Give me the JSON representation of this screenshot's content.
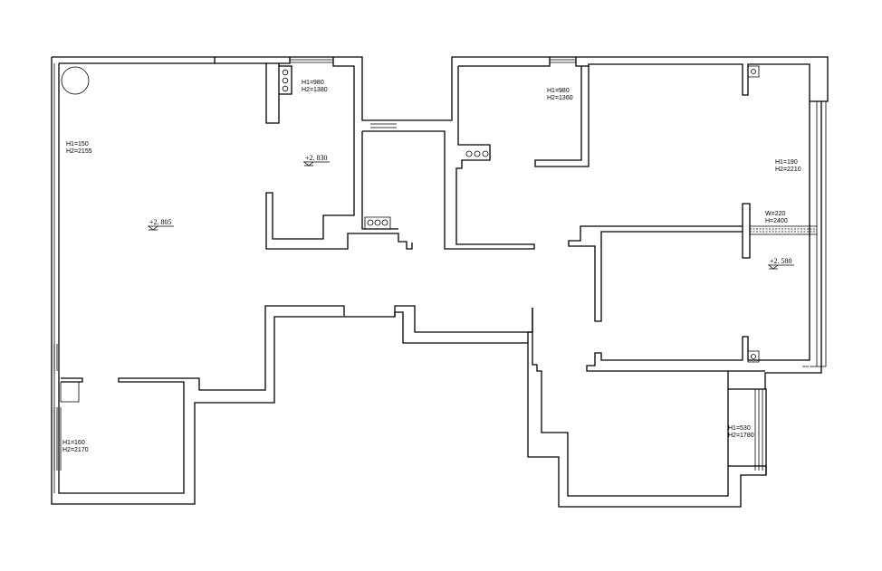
{
  "annotations": [
    {
      "id": "a1",
      "lines": [
        "H1=980",
        "H2=1380"
      ]
    },
    {
      "id": "a2",
      "lines": [
        "H1=150",
        "H2=2155"
      ]
    },
    {
      "id": "a3",
      "lines": [
        "H1=980",
        "H2=1360"
      ]
    },
    {
      "id": "a4",
      "lines": [
        "H1=190",
        "H2=2210"
      ]
    },
    {
      "id": "a5",
      "lines": [
        "W=220",
        "H=2400"
      ]
    },
    {
      "id": "a6",
      "lines": [
        "H1=160",
        "H2=2170"
      ]
    },
    {
      "id": "a7",
      "lines": [
        "H1=530",
        "H2=1780"
      ]
    }
  ],
  "elevations": [
    {
      "id": "e1",
      "label": "+2. 830"
    },
    {
      "id": "e2",
      "label": "+2. 805"
    },
    {
      "id": "e3",
      "label": "+2. 580"
    }
  ]
}
